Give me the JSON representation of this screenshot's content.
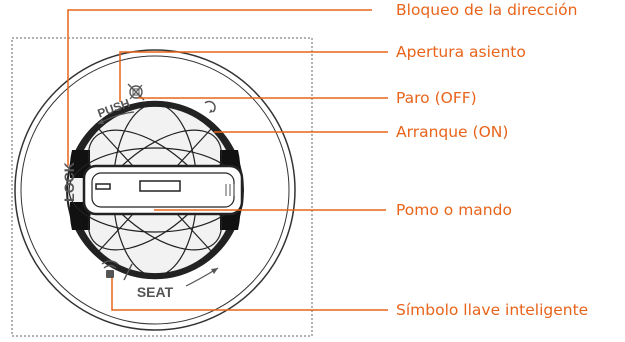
{
  "diagram": {
    "callouts": [
      {
        "id": "steering-lock",
        "text": "Bloqueo de la dirección"
      },
      {
        "id": "seat-opening",
        "text": "Apertura asiento"
      },
      {
        "id": "stop-off",
        "text": "Paro (OFF)"
      },
      {
        "id": "start-on",
        "text": "Arranque (ON)"
      },
      {
        "id": "knob",
        "text": "Pomo o mando"
      },
      {
        "id": "smart-key-symbol",
        "text": "Símbolo llave inteligente"
      }
    ],
    "dial_markings": {
      "lock": "LOCK",
      "push": "PUSH",
      "seat": "SEAT"
    },
    "colors": {
      "callout": "#e8641b",
      "line_art": "#333333"
    }
  }
}
